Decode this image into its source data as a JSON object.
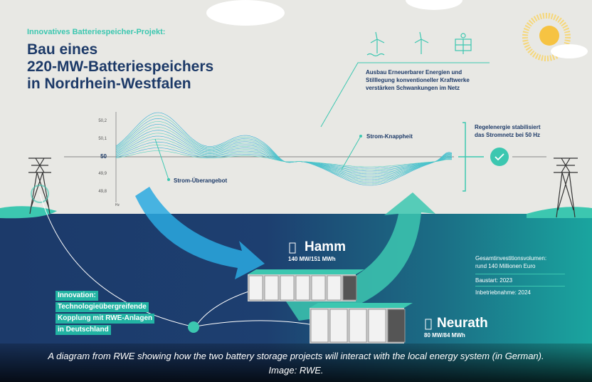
{
  "header": {
    "subtitle": "Innovatives Batteriespeicher-Projekt:",
    "title_lines": [
      "Bau eines",
      "220-MW-Batteriespeichers",
      "in Nordrhein-Westfalen"
    ]
  },
  "frequency_chart": {
    "ticks": [
      "50,2",
      "50,1",
      "50",
      "49,9",
      "49,8"
    ],
    "unit": "Hz",
    "label_surplus": "Strom-Überangebot",
    "label_shortage": "Strom-Knappheit"
  },
  "renewables_text": [
    "Ausbau Erneuerbarer Energien und",
    "Stilllegung konventioneller Kraftwerke",
    "verstärken Schwankungen im Netz"
  ],
  "stabilization_text": [
    "Regelenergie stabilisiert",
    "das Stromnetz bei 50 Hz"
  ],
  "projects": [
    {
      "name": "Hamm",
      "capacity": "140 MW/151 MWh"
    },
    {
      "name": "Neurath",
      "capacity": "80 MW/84 MWh"
    }
  ],
  "facts": {
    "investment_label": "Gesamtinvestitionsvolumen:",
    "investment_value": "rund 140 Millionen Euro",
    "start": "Baustart: 2023",
    "commissioning": "Inbetriebnahme: 2024"
  },
  "innovation": [
    "Innovation:",
    "Technologieübergreifende",
    "Kopplung mit RWE-Anlagen",
    "in Deutschland"
  ],
  "caption": {
    "line1": "A diagram from RWE showing how the two battery storage projects will interact with the local energy system (in German).",
    "line2": "Image: RWE."
  },
  "colors": {
    "navy": "#1d3a68",
    "teal": "#3cc7b0",
    "sun": "#f6c342"
  }
}
